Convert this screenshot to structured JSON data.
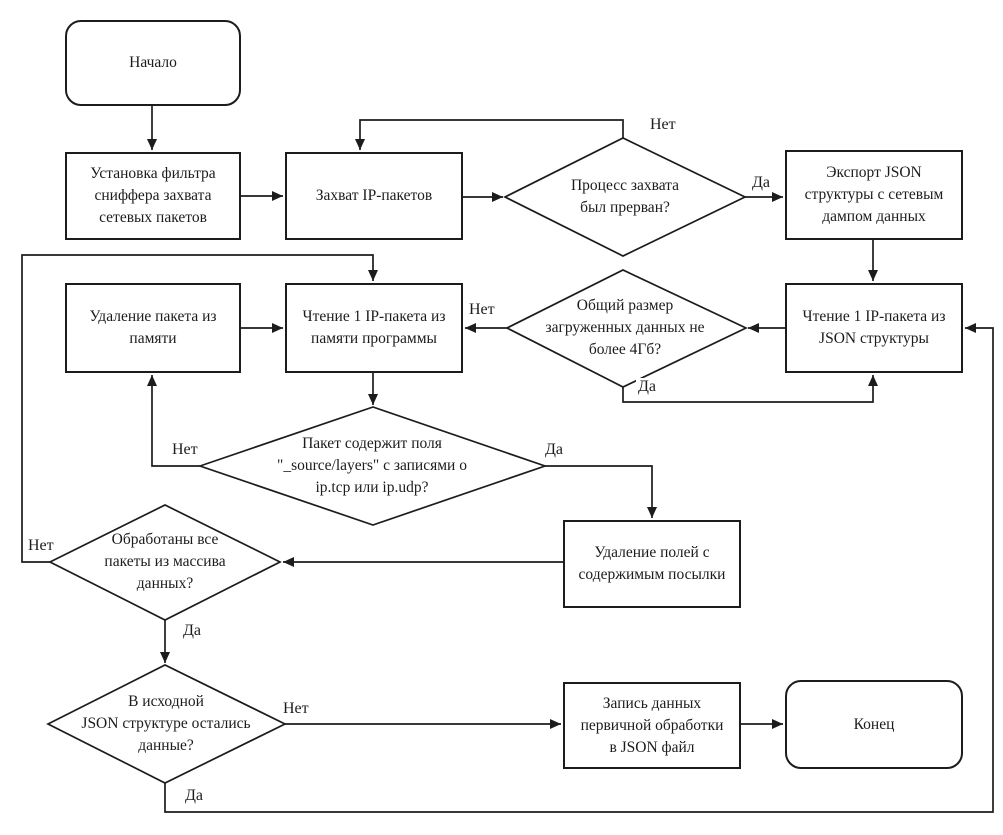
{
  "diagram": {
    "type": "flowchart",
    "language": "ru",
    "colors": {
      "line": "#1c1c1c",
      "background": "#ffffff"
    },
    "nodes": {
      "start": "Начало",
      "install_filter": "Установка фильтра\nсниффера захвата\nсетевых пакетов",
      "capture": "Захват IP-пакетов",
      "interrupted": "Процесс захвата\nбыл прерван?",
      "export_json": "Экспорт JSON\nструктуры с сетевым\nдампом данных",
      "read_json": "Чтение 1 IP-пакета из\nJSON структуры",
      "size_check": "Общий размер\nзагруженных данных не\nболее 4Гб?",
      "read_memory": "Чтение 1 IP-пакета из\nпамяти программы",
      "delete_packet": "Удаление пакета из\nпамяти",
      "fields_check": "Пакет содержит поля\n\"_source/layers\" с записями о\nip.tcp или ip.udp?",
      "delete_fields": "Удаление полей с\nсодержимым посылки",
      "all_processed": "Обработаны все\nпакеты из массива\nданных?",
      "data_remaining": "В исходной\nJSON структуре остались\nданные?",
      "write_json": "Запись данных\nпервичной обработки\nв JSON файл",
      "end": "Конец"
    },
    "labels": {
      "yes": "Да",
      "no": "Нет"
    }
  }
}
